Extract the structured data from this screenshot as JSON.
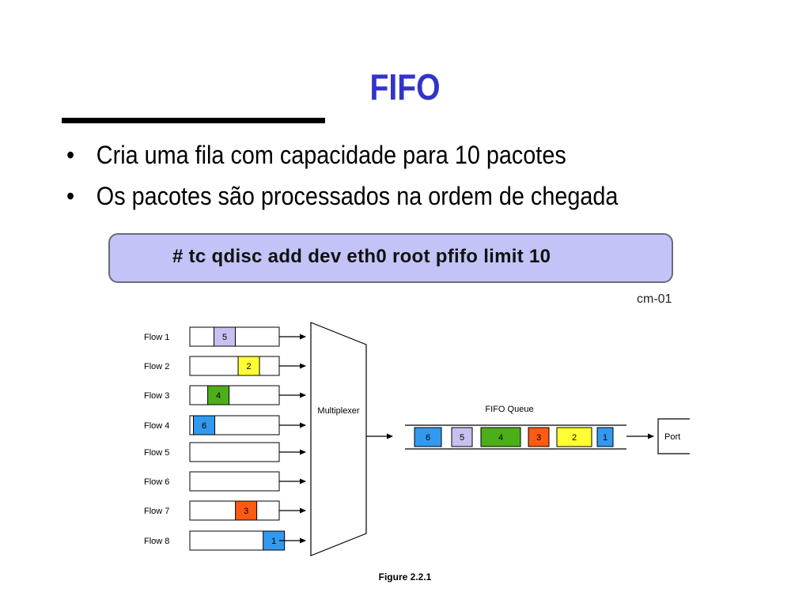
{
  "slide": {
    "title": "FIFO",
    "bullets": [
      "Cria uma fila com capacidade para 10 pacotes",
      "Os pacotes são processados na ordem de chegada"
    ],
    "bullet_glyph": "•"
  },
  "command": {
    "text": "# tc qdisc add dev eth0 root pfifo limit 10",
    "id": "cm-01"
  },
  "diagram": {
    "flows": [
      {
        "label": "Flow 1",
        "packet": "5",
        "color": "#c8c0f0",
        "pos": 0.27
      },
      {
        "label": "Flow 2",
        "packet": "2",
        "color": "#ffff33",
        "pos": 0.54
      },
      {
        "label": "Flow 3",
        "packet": "4",
        "color": "#4caf1a",
        "pos": 0.2
      },
      {
        "label": "Flow 4",
        "packet": "6",
        "color": "#3399ee",
        "pos": 0.04
      },
      {
        "label": "Flow 5",
        "packet": "",
        "color": "",
        "pos": 0
      },
      {
        "label": "Flow 6",
        "packet": "",
        "color": "",
        "pos": 0
      },
      {
        "label": "Flow 7",
        "packet": "3",
        "color": "#ff5a14",
        "pos": 0.51
      },
      {
        "label": "Flow 8",
        "packet": "1",
        "color": "#3399ee",
        "pos": 0.82
      }
    ],
    "multiplexer_label": "Multiplexer",
    "queue_label": "FIFO Queue",
    "queue": [
      {
        "packet": "6",
        "color": "#3399ee"
      },
      {
        "packet": "5",
        "color": "#c8c0f0"
      },
      {
        "packet": "4",
        "color": "#4caf1a"
      },
      {
        "packet": "3",
        "color": "#ff5a14"
      },
      {
        "packet": "2",
        "color": "#ffff33"
      },
      {
        "packet": "1",
        "color": "#3399ee"
      }
    ],
    "port_label": "Port",
    "caption": "Figure 2.2.1"
  }
}
